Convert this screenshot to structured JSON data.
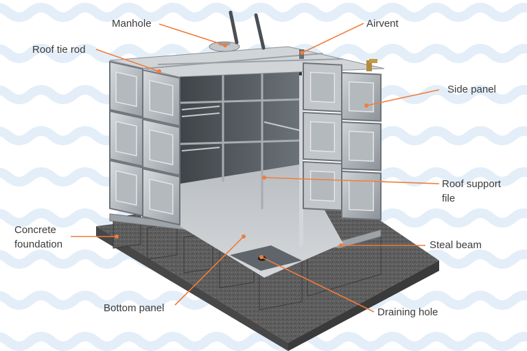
{
  "labels": {
    "manhole": "Manhole",
    "airvent": "Airvent",
    "roof_tie_rod": "Roof tie rod",
    "side_panel": "Side panel",
    "roof_support_line1": "Roof support",
    "roof_support_line2": "file",
    "concrete_line1": "Concrete",
    "concrete_line2": "foundation",
    "steal_beam": "Steal beam",
    "bottom_panel": "Bottom panel",
    "draining_hole": "Draining hole"
  },
  "colors": {
    "leader_line": "#ef7d3c",
    "wave": "#e3eef8",
    "panel_light": "#c9cdd1",
    "panel_dark": "#7e858c",
    "concrete": "#5a5a5a"
  }
}
